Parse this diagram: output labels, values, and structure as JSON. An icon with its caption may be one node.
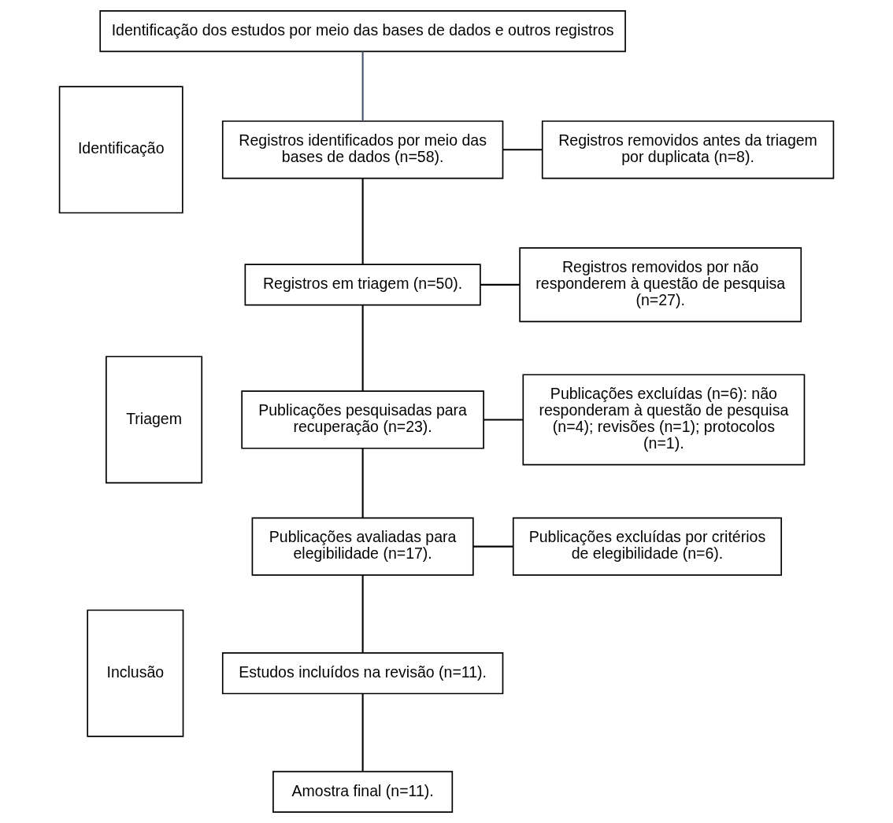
{
  "diagram": {
    "nodes": [
      {
        "text": [
          "Identificação dos estudos por meio das bases de dados e outros registros"
        ]
      },
      {
        "text": [
          "Identificação"
        ]
      },
      {
        "text": [
          "Registros identificados por meio das bases de dados (n=58)."
        ]
      },
      {
        "text": [
          "Registros removidos antes da triagem por duplicata (n=8)."
        ]
      },
      {
        "text": [
          "Triagem"
        ]
      },
      {
        "text": [
          "Registros em triagem (n=50)."
        ]
      },
      {
        "text": [
          "Registros removidos por não responderem à questão de pesquisa (n=27)."
        ]
      },
      {
        "text": [
          "Publicações pesquisadas para recuperação (n=23)."
        ]
      },
      {
        "text": [
          "Publicações excluídas (n=6): não responderam à questão de pesquisa (n=4); revisões (n=1); protocolos (n=1)."
        ]
      },
      {
        "text": [
          "Publicações avaliadas para elegibilidade (n=17)."
        ]
      },
      {
        "text": [
          "Publicações excluídas por critérios de elegibilidade (n=6)."
        ]
      },
      {
        "text": [
          "Inclusão"
        ]
      },
      {
        "text": [
          "Estudos incluídos na revisão (n=11)."
        ]
      },
      {
        "text": [
          "Amostra final (n=11)."
        ]
      }
    ],
    "edges": [
      {
        "from": 0,
        "to": 2,
        "arrow": "none",
        "color": "#44546a"
      },
      {
        "from": 2,
        "to": 3,
        "arrow": "none"
      },
      {
        "from": 2,
        "to": 5,
        "arrow": "none"
      },
      {
        "from": 5,
        "to": 6,
        "arrow": "none"
      },
      {
        "from": 5,
        "to": 7,
        "arrow": "none"
      },
      {
        "from": 7,
        "to": 8,
        "arrow": "none"
      },
      {
        "from": 7,
        "to": 9,
        "arrow": "none"
      },
      {
        "from": 9,
        "to": 10,
        "arrow": "none"
      },
      {
        "from": 9,
        "to": 12,
        "arrow": "none"
      },
      {
        "from": 12,
        "to": 13,
        "arrow": "none"
      }
    ]
  }
}
